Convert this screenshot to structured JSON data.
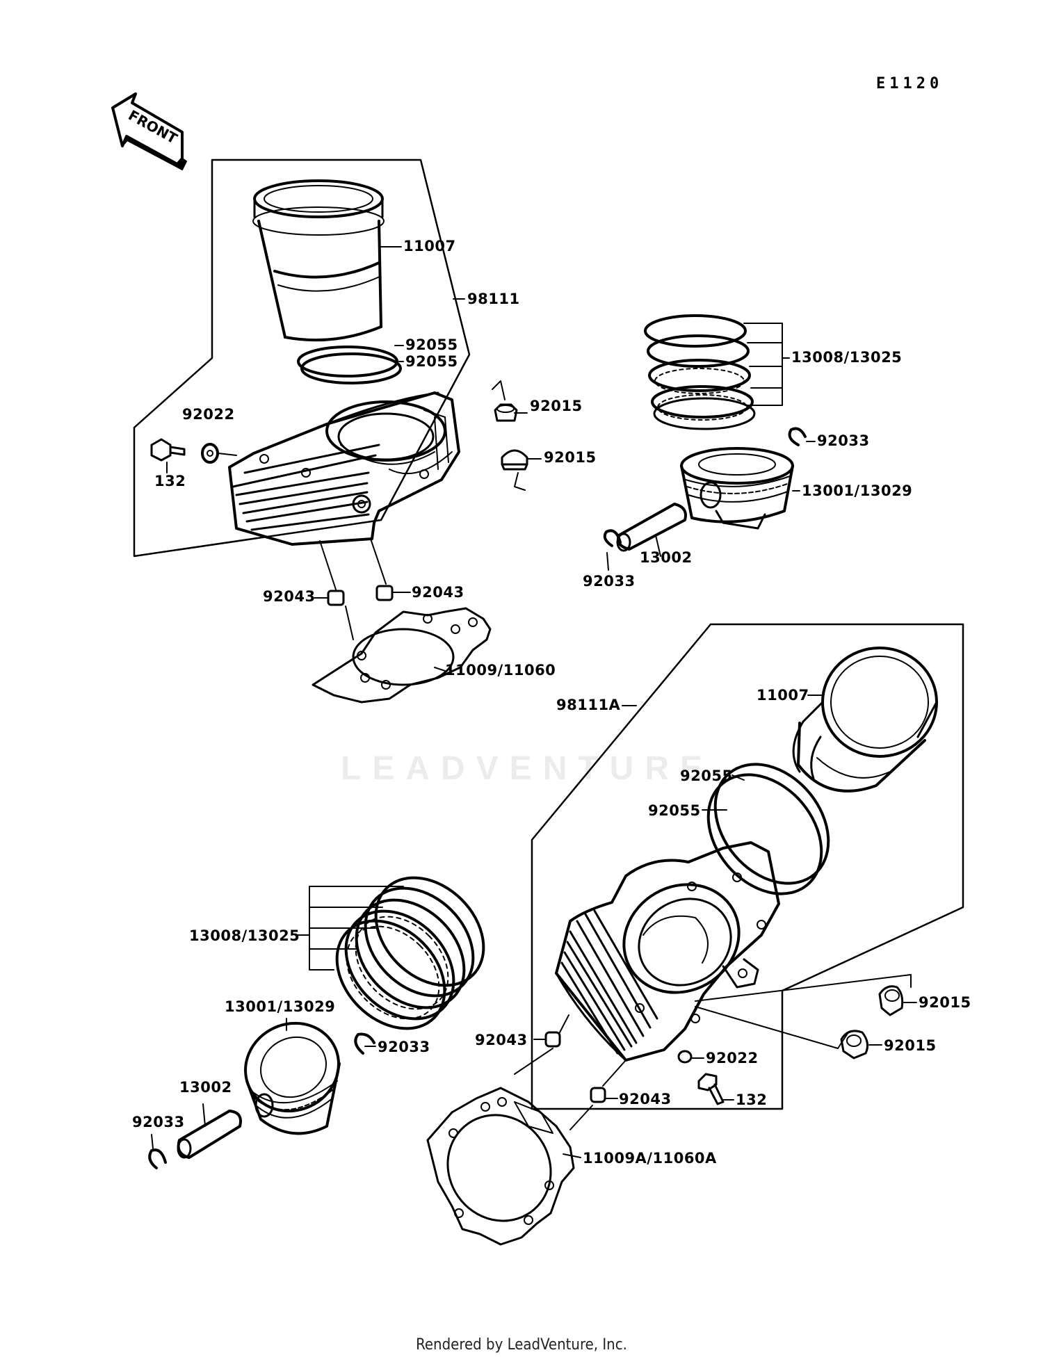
{
  "diagram": {
    "code": "E1120",
    "front_arrow": "FRONT",
    "watermark": "LEADVENTURE",
    "footer": "Rendered by LeadVenture, Inc."
  },
  "labels": {
    "l_11007_a": "11007",
    "l_98111": "98111",
    "l_92055_a1": "92055",
    "l_92055_a2": "92055",
    "l_92022_a": "92022",
    "l_132_a": "132",
    "l_92015_a1": "92015",
    "l_92015_a2": "92015",
    "l_13008_a": "13008/13025",
    "l_92033_a1": "92033",
    "l_13001_a": "13001/13029",
    "l_13002_a": "13002",
    "l_92033_a2": "92033",
    "l_92043_a1": "92043",
    "l_92043_a2": "92043",
    "l_11009_a": "11009/11060",
    "l_98111A": "98111A",
    "l_11007_b": "11007",
    "l_92055_b1": "92055",
    "l_92055_b2": "92055",
    "l_13008_b": "13008/13025",
    "l_13001_b": "13001/13029",
    "l_92033_b1": "92033",
    "l_13002_b": "13002",
    "l_92033_b2": "92033",
    "l_92043_b1": "92043",
    "l_92043_b2": "92043",
    "l_92015_b1": "92015",
    "l_92015_b2": "92015",
    "l_92022_b": "92022",
    "l_132_b": "132",
    "l_11009_b": "11009A/11060A"
  }
}
